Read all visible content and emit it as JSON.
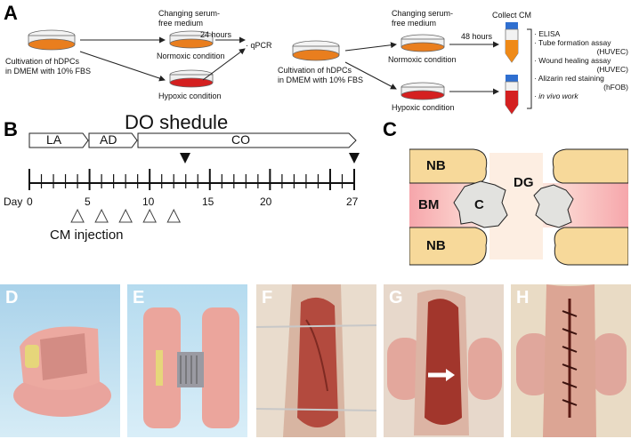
{
  "panels": {
    "a": {
      "letter": "A",
      "left": {
        "culture": [
          "Cultivation of  hDPCs",
          "in DMEM with 10% FBS"
        ],
        "change": [
          "Changing serum-",
          "free medium"
        ],
        "normoxic": "Normoxic condition",
        "hypoxic": "Hypoxic condition",
        "hours": "24 hours",
        "assay": "qPCR"
      },
      "right": {
        "culture": [
          "Cultivation of  hDPCs",
          "in DMEM with 10% FBS"
        ],
        "change": [
          "Changing serum-",
          "free medium"
        ],
        "normoxic": "Normoxic condition",
        "hypoxic": "Hypoxic condition",
        "hours": "48 hours",
        "collect": "Collect CM",
        "assays": [
          "ELISA",
          "Tube formation assay",
          "(HUVEC)",
          "Wound healing assay",
          "(HUVEC)",
          "Alizarin red staining",
          "(hFOB)",
          "in vivo work"
        ]
      }
    },
    "b": {
      "letter": "B",
      "title": "DO shedule",
      "phases": [
        "LA",
        "AD",
        "CO"
      ],
      "day_label": "Day",
      "tick_labels": [
        "0",
        "5",
        "10",
        "15",
        "20",
        "27"
      ],
      "injection_label": "CM injection"
    },
    "c": {
      "letter": "C",
      "labels": {
        "nb_top": "NB",
        "nb_bottom": "NB",
        "bm": "BM",
        "c": "C",
        "dg": "DG"
      }
    },
    "photos": [
      "D",
      "E",
      "F",
      "G",
      "H"
    ]
  }
}
